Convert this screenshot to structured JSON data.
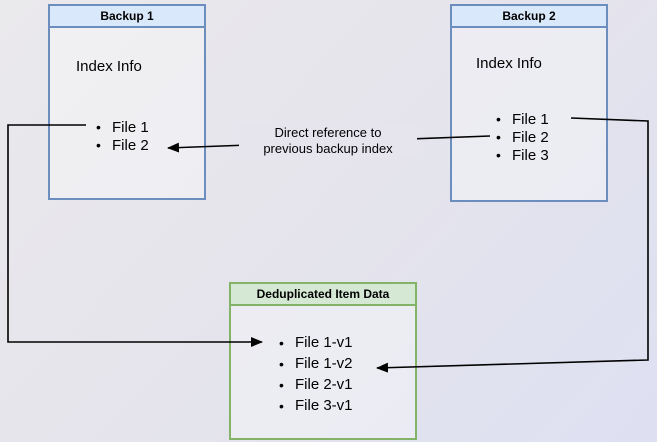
{
  "diagram": {
    "bullet": "•",
    "backup1": {
      "title": "Backup 1",
      "subtitle": "Index Info",
      "items": [
        "File 1",
        "File 2"
      ]
    },
    "backup2": {
      "title": "Backup 2",
      "subtitle": "Index Info",
      "items": [
        "File 1",
        "File 2",
        "File 3"
      ]
    },
    "dedup": {
      "title": "Deduplicated Item Data",
      "items": [
        "File 1-v1",
        "File 1-v2",
        "File 2-v1",
        "File 3-v1"
      ]
    },
    "annotation": {
      "line1": "Direct reference to",
      "line2": "previous backup index"
    },
    "colors": {
      "blue_fill": "#dae8fc",
      "blue_border": "#6c8ebf",
      "green_fill": "#d5e8d4",
      "green_border": "#82b366",
      "arrow": "#000000",
      "background_start": "#eae9ec",
      "background_end": "#dee0f2"
    }
  }
}
